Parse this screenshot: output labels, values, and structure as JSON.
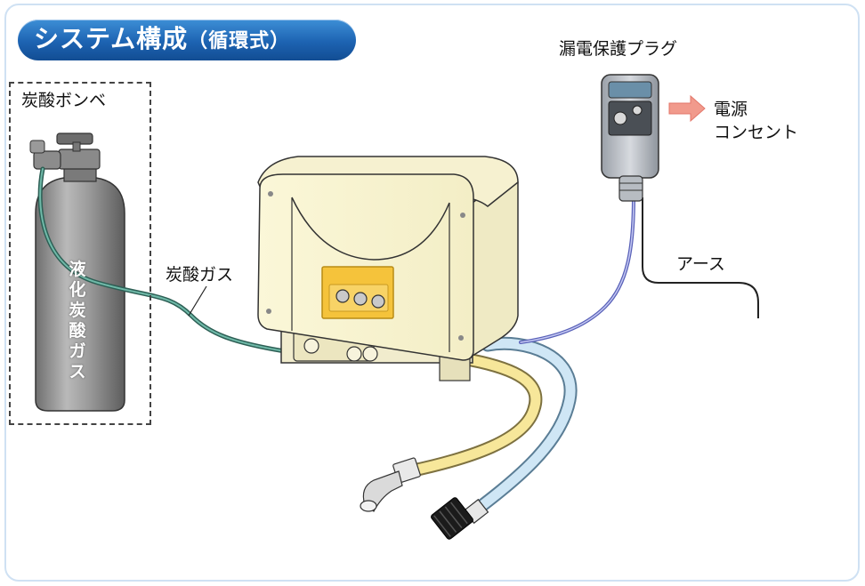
{
  "title": {
    "main": "システム構成",
    "sub": "（循環式）"
  },
  "labels": {
    "co2_cylinder": "炭酸ボンベ",
    "co2_cylinder_body": "液化炭酸ガス",
    "co2_gas": "炭酸ガス",
    "leakage_plug": "漏電保護プラグ",
    "power_outlet_line1": "電源",
    "power_outlet_line2": "コンセント",
    "earth": "アース"
  },
  "colors": {
    "title_blue": "#1d63b2",
    "unit_body": "#fbf6d4",
    "cylinder_gray": "#9a9a9a",
    "gas_hose": "#3f8a7a",
    "yellow_hose": "#f4e07a",
    "blue_hose": "#bcdcf0",
    "power_cord": "#8a8fd8",
    "arrow_pink": "#f19a8c",
    "panel_orange": "#f5c33b"
  }
}
